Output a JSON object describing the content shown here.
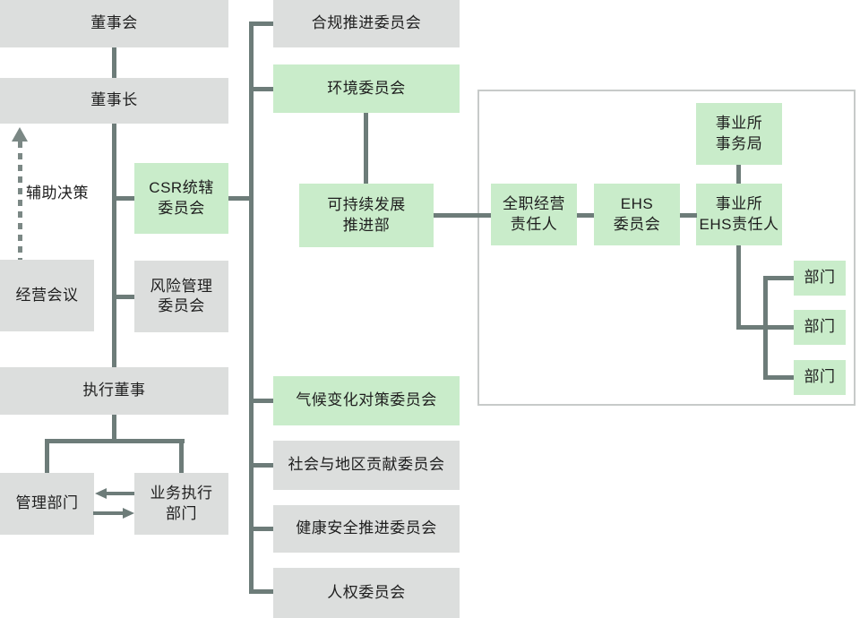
{
  "colors": {
    "box-gray": "#dcdedd",
    "box-green": "#c9ecca",
    "line": "#6d7c79",
    "line-dashed": "#7b8885",
    "text": "#1e1e1e",
    "frame": "#c7cac9",
    "bg": "#ffffff"
  },
  "nodes": {
    "board": "董事会",
    "chairman": "董事长",
    "assist_note": "辅助决策",
    "management_meeting": "经营会议",
    "csr": [
      "CSR统辖",
      "委员会"
    ],
    "risk": [
      "风险管理",
      "委员会"
    ],
    "executive": "执行董事",
    "admin_dept": "管理部门",
    "business_exec": [
      "业务执行",
      "部门"
    ],
    "compliance": "合规推进委员会",
    "environment": "环境委员会",
    "sustainability": [
      "可持续发展",
      "推进部"
    ],
    "climate": "气候变化对策委员会",
    "social": "社会与地区贡献委员会",
    "health_safety": "健康安全推进委员会",
    "human_rights": "人权委员会",
    "fulltime_manager": [
      "全职经营",
      "责任人"
    ],
    "ehs": [
      "EHS",
      "委员会"
    ],
    "site_office": [
      "事业所",
      "事务局"
    ],
    "site_ehs": [
      "事业所",
      "EHS责任人"
    ],
    "dept_1": "部门",
    "dept_2": "部门",
    "dept_3": "部门"
  }
}
